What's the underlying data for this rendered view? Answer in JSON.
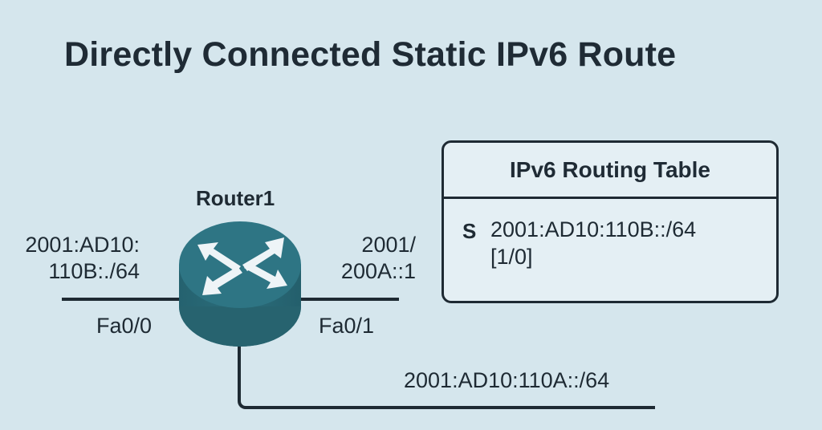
{
  "title": "Directly Connected Static IPv6 Route",
  "router": {
    "name": "Router1",
    "icon": "router-icon",
    "color": "#2e7382"
  },
  "interfaces": {
    "left": {
      "name": "Fa0/0",
      "address_line1": "2001:AD10:",
      "address_line2": "110B:./64"
    },
    "right": {
      "name": "Fa0/1",
      "address_line1": "2001/",
      "address_line2": "200A::1"
    },
    "bottom": {
      "network": "2001:AD10:110A::/64"
    }
  },
  "routing_table": {
    "title": "IPv6 Routing Table",
    "entries": [
      {
        "code": "S",
        "prefix": "2001:AD10:110B::/64",
        "metric": "[1/0]"
      }
    ]
  },
  "colors": {
    "background": "#d5e6ed",
    "line": "#1e2a33",
    "table_fill": "#e4eff4"
  }
}
